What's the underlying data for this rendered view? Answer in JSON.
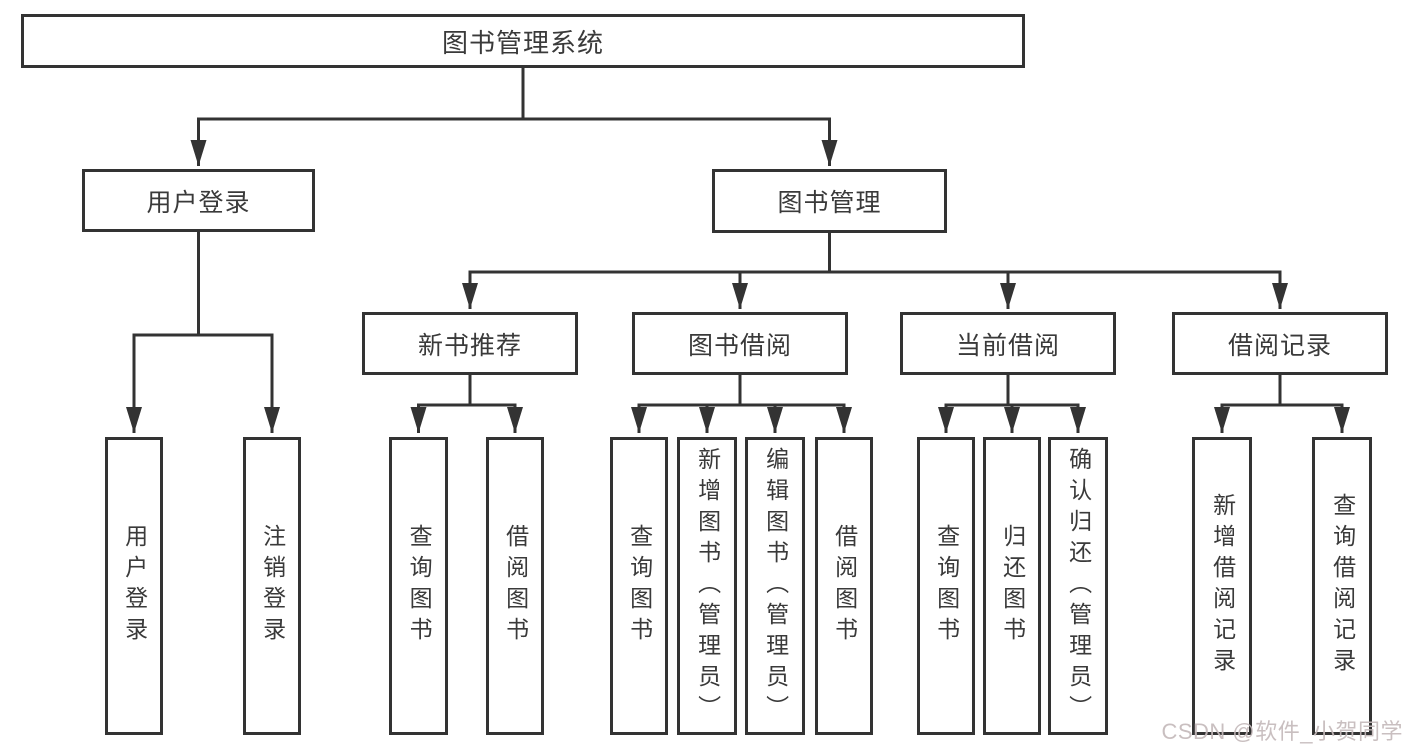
{
  "tree": {
    "root": {
      "label": "图书管理系统",
      "children": [
        {
          "label": "用户登录",
          "children": [
            {
              "label": "用户登录"
            },
            {
              "label": "注销登录"
            }
          ]
        },
        {
          "label": "图书管理",
          "children": [
            {
              "label": "新书推荐",
              "children": [
                {
                  "label": "查询图书"
                },
                {
                  "label": "借阅图书"
                }
              ]
            },
            {
              "label": "图书借阅",
              "children": [
                {
                  "label": "查询图书"
                },
                {
                  "label": "新增图书（管理员）"
                },
                {
                  "label": "编辑图书（管理员）"
                },
                {
                  "label": "借阅图书"
                }
              ]
            },
            {
              "label": "当前借阅",
              "children": [
                {
                  "label": "查询图书"
                },
                {
                  "label": "归还图书"
                },
                {
                  "label": "确认归还（管理员）"
                }
              ]
            },
            {
              "label": "借阅记录",
              "children": [
                {
                  "label": "新增借阅记录"
                },
                {
                  "label": "查询借阅记录"
                }
              ]
            }
          ]
        }
      ]
    }
  },
  "watermark": {
    "text": "CSDN @软件_小贺同学"
  },
  "colors": {
    "line": "#333333",
    "box_border": "#333333",
    "text": "#3a3a3a",
    "background": "#ffffff",
    "watermark": "#c4babb"
  }
}
